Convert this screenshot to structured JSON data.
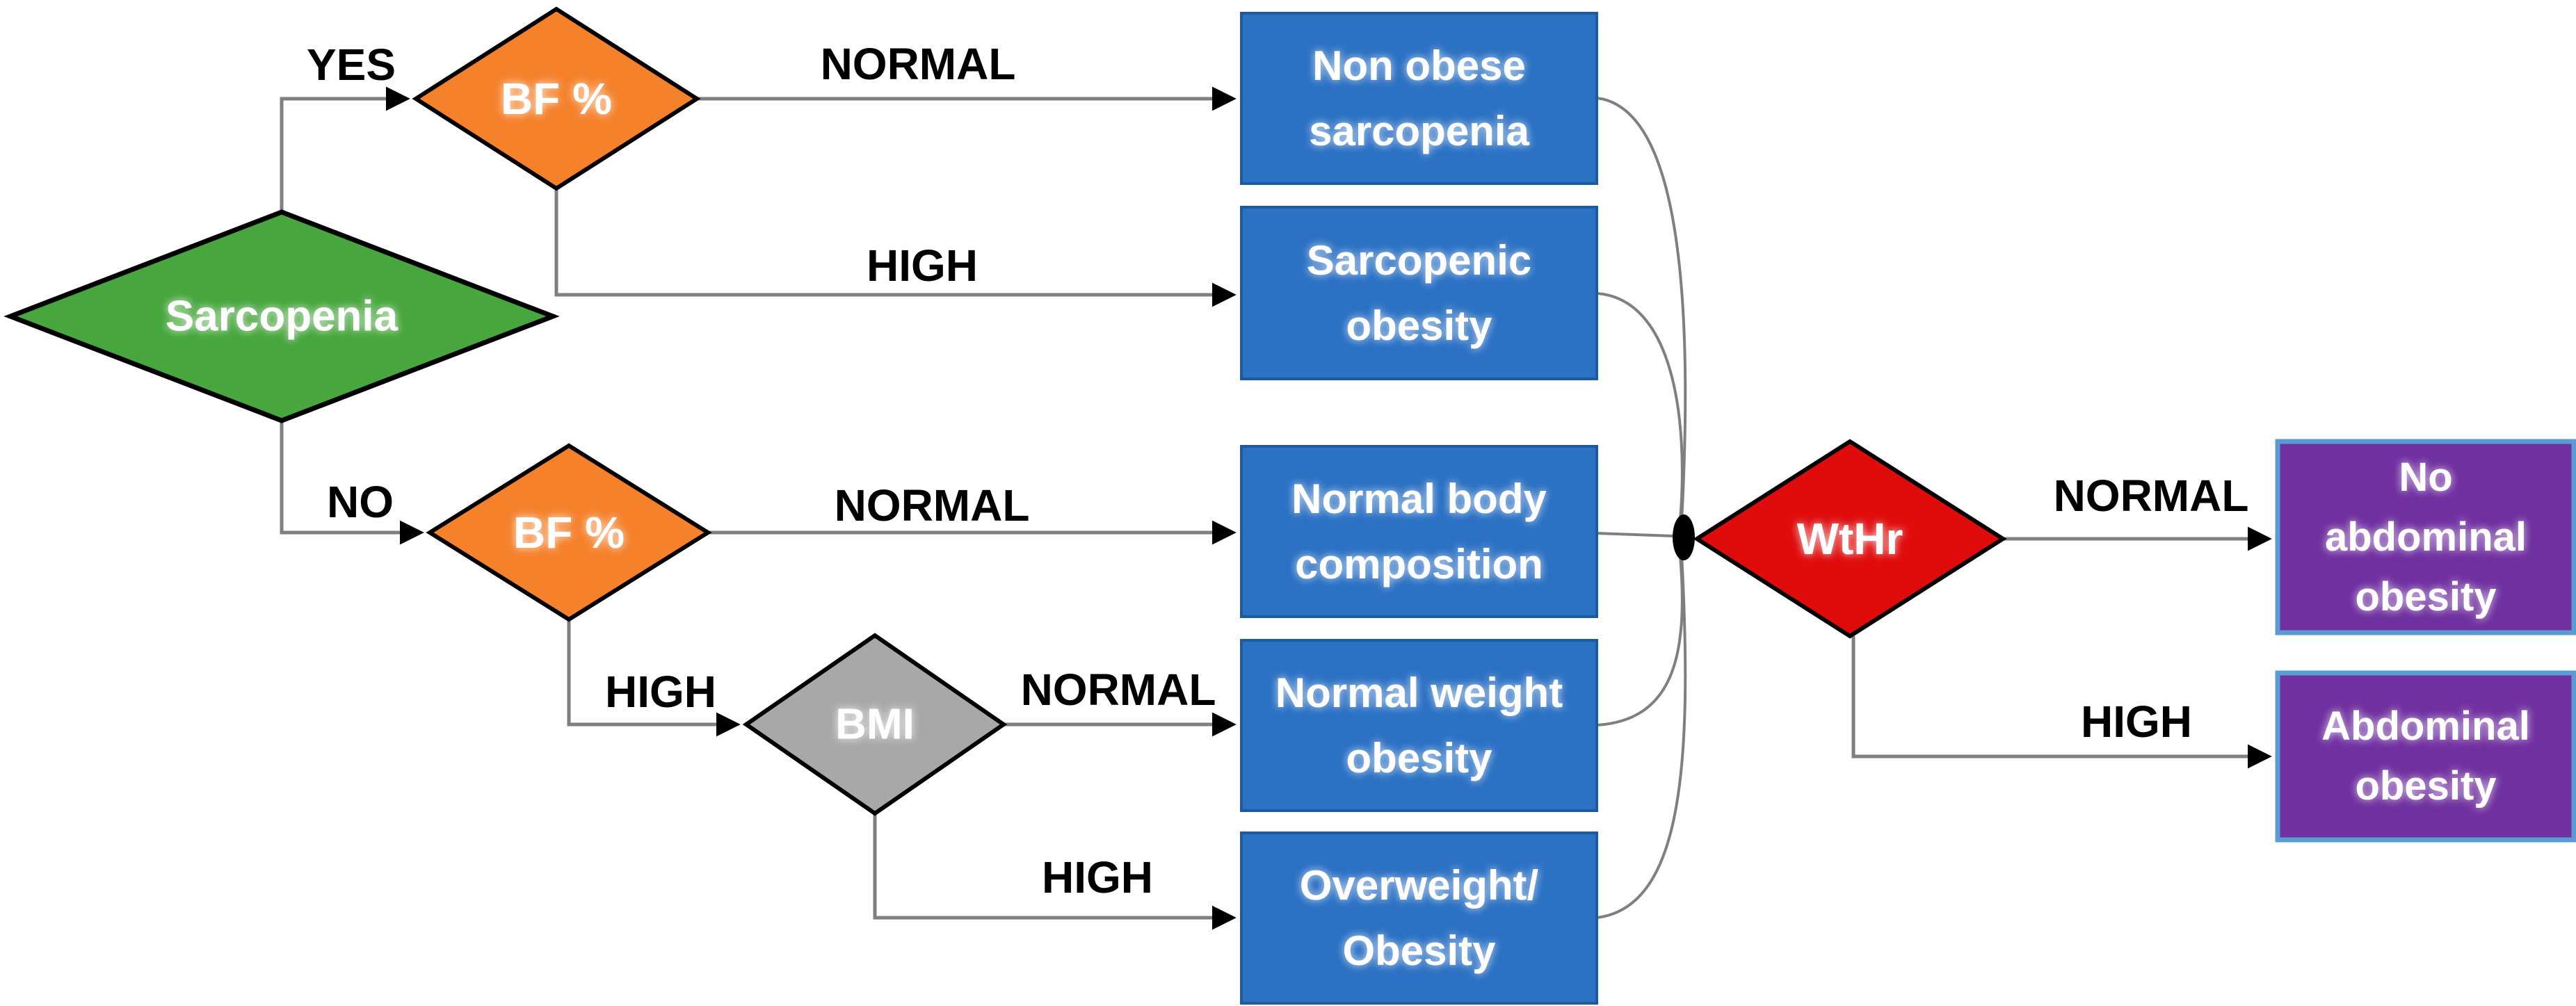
{
  "colors": {
    "green": "#47a63d",
    "orange": "#f5812b",
    "gray": "#a8a8a8",
    "red": "#e00c0c",
    "blue": "#2b71c4",
    "blue_border": "#1e5a9e",
    "purple": "#7030a0",
    "purple_border": "#5b9bd5",
    "line": "#7f7f7f",
    "arrow": "#000000",
    "outline": "#000000"
  },
  "decisions": {
    "sarcopenia": "Sarcopenia",
    "bf_top": "BF %",
    "bf_bottom": "BF %",
    "bmi": "BMI",
    "wthr": "WtHr"
  },
  "outcomes": {
    "non_obese_sarcopenia": "Non obese\nsarcopenia",
    "sarcopenic_obesity": "Sarcopenic\nobesity",
    "normal_body_composition": "Normal body\ncomposition",
    "normal_weight_obesity": "Normal weight\nobesity",
    "overweight_obesity": "Overweight/\nObesity",
    "no_abdominal_obesity": "No\nabdominal\nobesity",
    "abdominal_obesity": "Abdominal\nobesity"
  },
  "edge_labels": {
    "yes": "YES",
    "no": "NO",
    "bf_top_normal": "NORMAL",
    "bf_top_high": "HIGH",
    "bf_bottom_normal": "NORMAL",
    "bf_bottom_high": "HIGH",
    "bmi_normal": "NORMAL",
    "bmi_high": "HIGH",
    "wthr_normal": "NORMAL",
    "wthr_high": "HIGH"
  }
}
